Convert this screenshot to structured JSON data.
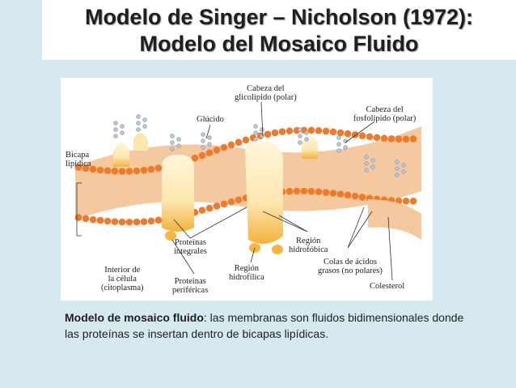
{
  "title": {
    "line1": "Modelo de Singer – Nicholson (1972):",
    "line2": "Modelo del Mosaico Fluido"
  },
  "diagram": {
    "labels": {
      "head_glycolipid_1": "Cabeza del",
      "head_glycolipid_2": "glicolípido (polar)",
      "glucido": "Glúcido",
      "head_phospholipid_1": "Cabeza del",
      "head_phospholipid_2": "fosfolípido (polar)",
      "bilayer_1": "Bicapa",
      "bilayer_2": "lipídica",
      "integral_1": "Proteínas",
      "integral_2": "integrales",
      "hydrophobic_1": "Región",
      "hydrophobic_2": "hidrofóbica",
      "interior_1": "Interior de",
      "interior_2": "la  célula",
      "interior_3": "(citoplasma)",
      "hydrophilic_1": "Región",
      "hydrophilic_2": "hidrofílica",
      "peripheral_1": "Proteínas",
      "peripheral_2": "periféricas",
      "tails_1": "Colas de ácidos",
      "tails_2": "grasos (no polares)",
      "cholesterol": "Colesterol"
    },
    "colors": {
      "head": "#f07a2a",
      "tail": "#f3c9a0",
      "protein": "#f7c86a",
      "protein_light": "#fff3cf",
      "sugar": "#b9c7d6"
    }
  },
  "caption": {
    "bold": "Modelo de mosaico fluido",
    "text": ": las membranas son fluidos bidimensionales donde las proteínas se insertan dentro de bicapas lipídicas."
  }
}
